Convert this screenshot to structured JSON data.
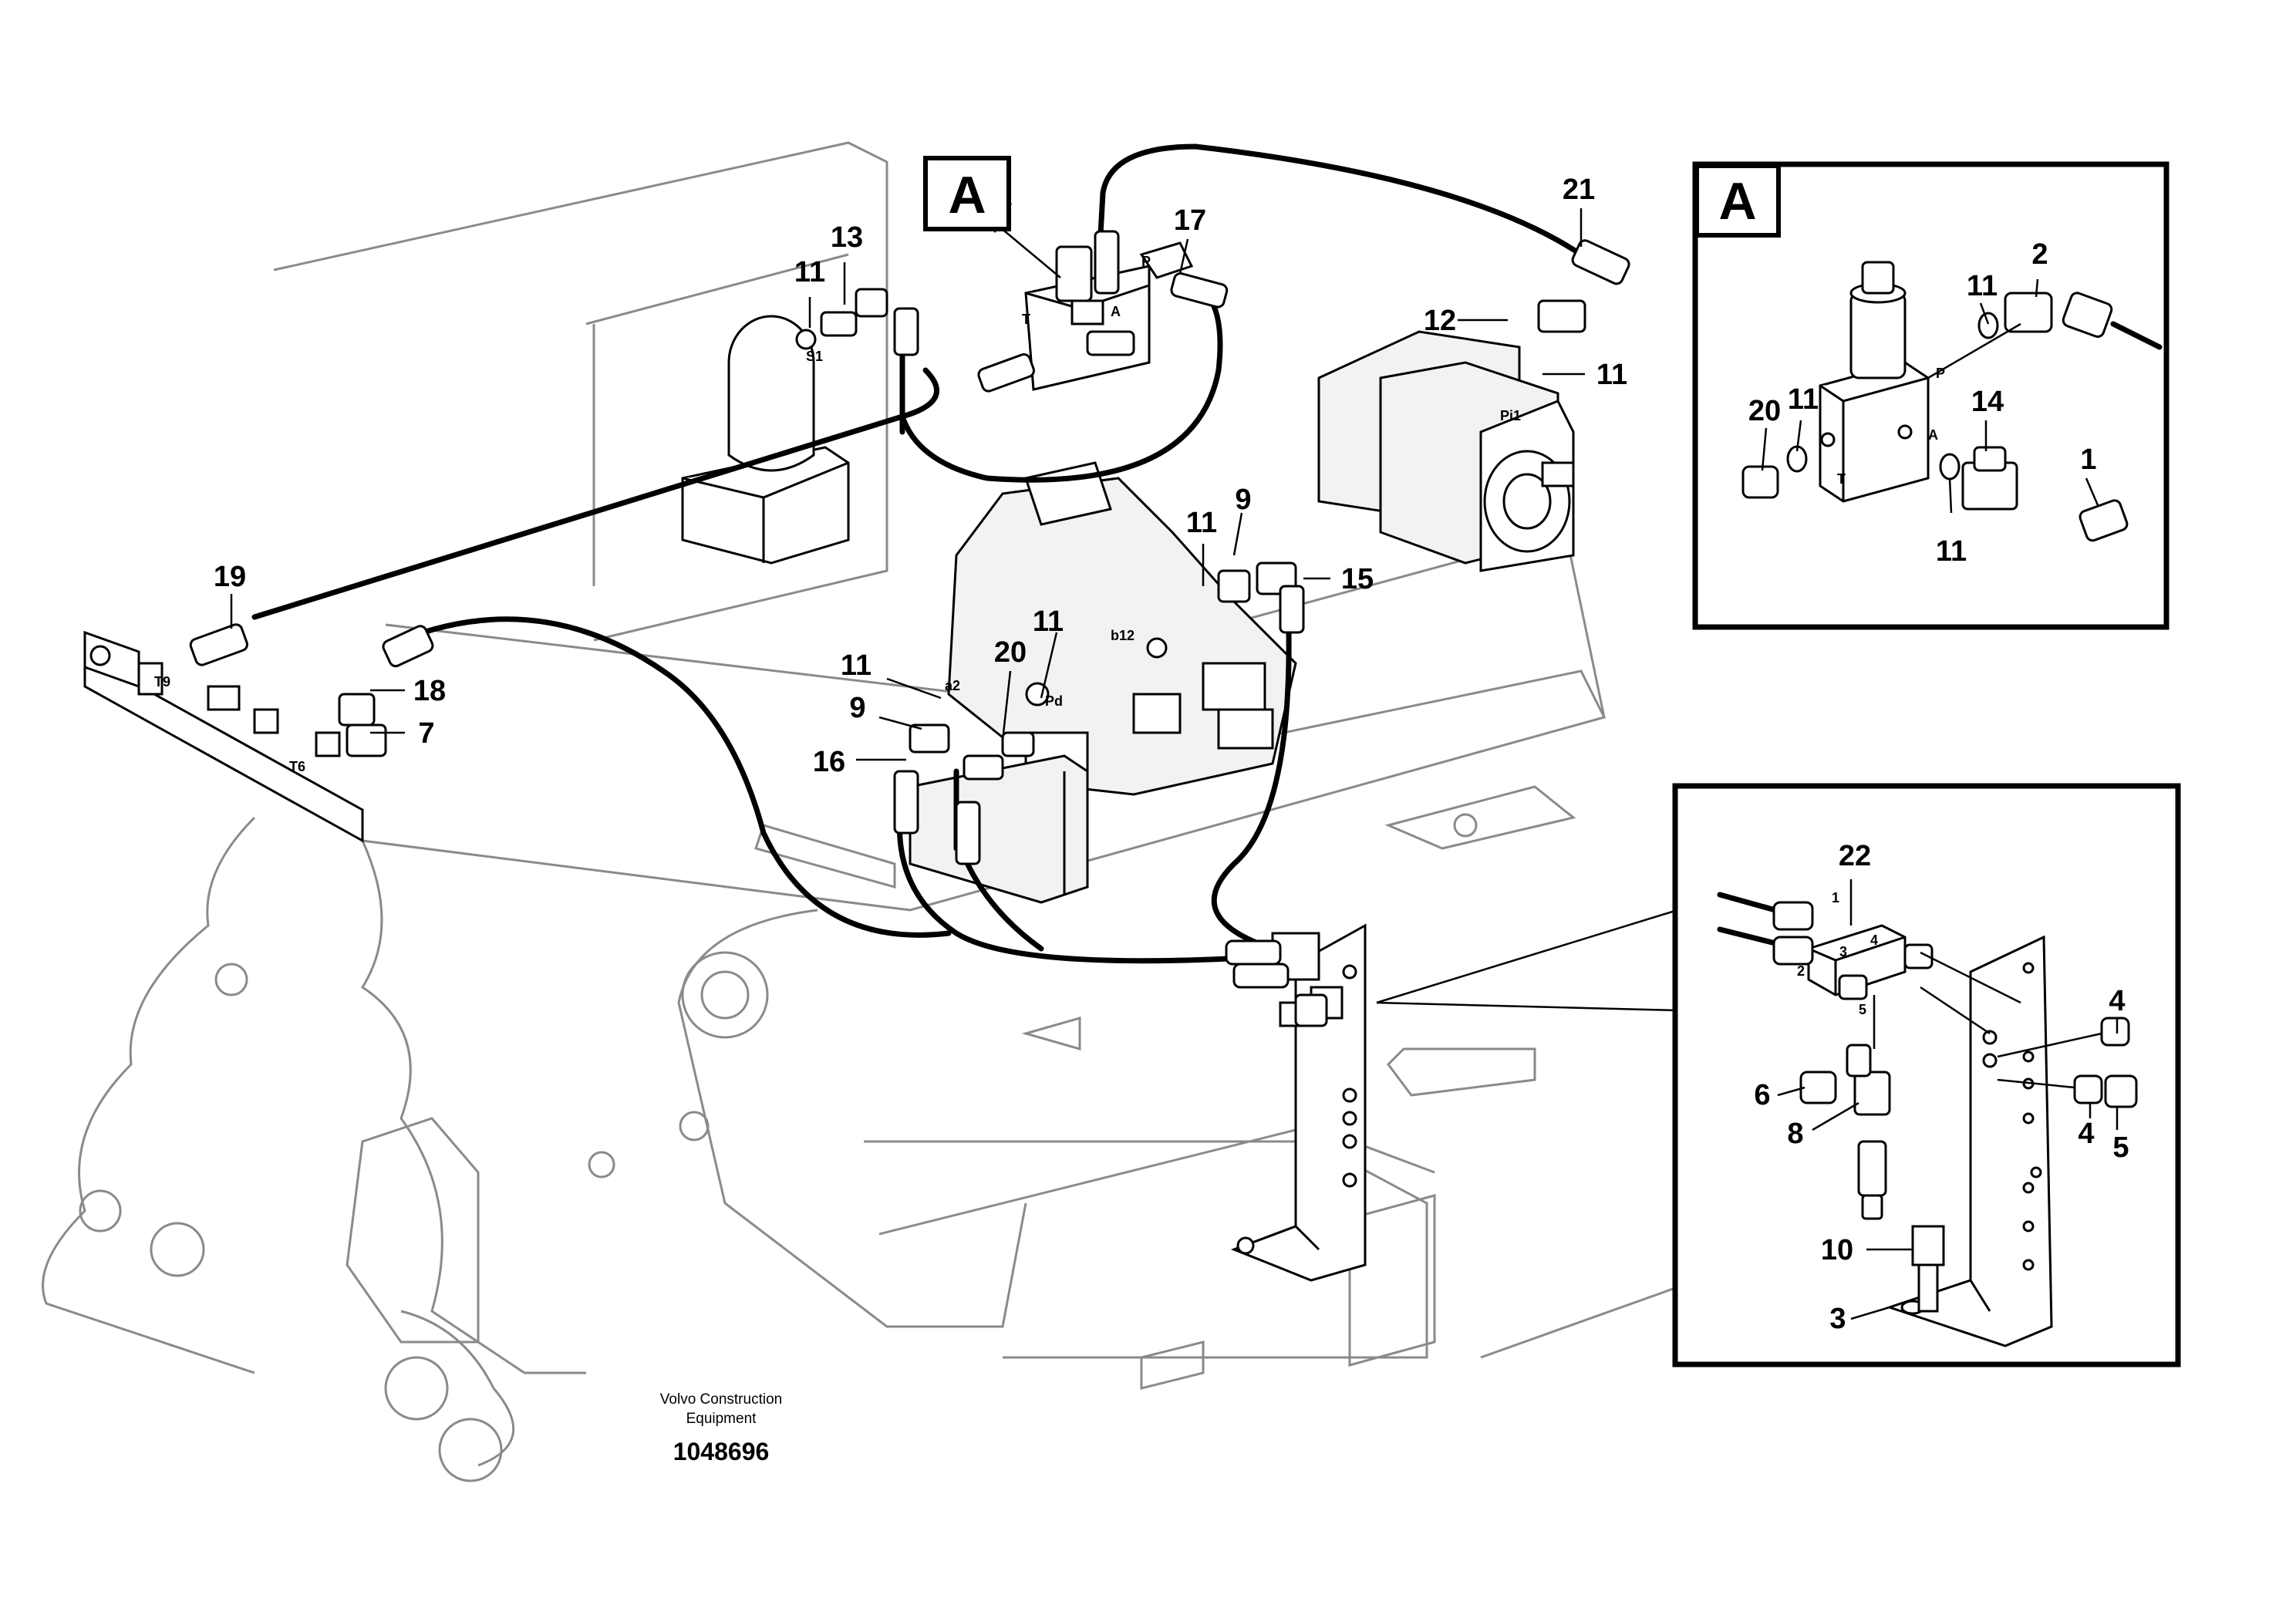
{
  "labels": {
    "detail_tag_main": "A",
    "detail_tag_inset": "A",
    "n1": "1",
    "n2": "2",
    "n3": "3",
    "n4": "4",
    "n4b": "4",
    "n5": "5",
    "n6": "6",
    "n7": "7",
    "n8": "8",
    "n9": "9",
    "n9b": "9",
    "n10": "10",
    "n11a": "11",
    "n11b": "11",
    "n11c": "11",
    "n11d": "11",
    "n11e": "11",
    "n11f": "11",
    "n11g": "11",
    "n11h": "11",
    "n12": "12",
    "n13": "13",
    "n14": "14",
    "n15": "15",
    "n16": "16",
    "n17": "17",
    "n18": "18",
    "n19": "19",
    "n20": "20",
    "n20b": "20",
    "n21": "21",
    "n22": "22"
  },
  "ports": {
    "t_main": "T",
    "p_main": "P",
    "a_main": "A",
    "s1": "S1",
    "pi1": "Pi1",
    "t9": "T9",
    "t6": "T6",
    "a2": "a2",
    "b12": "b12",
    "pd": "Pd",
    "p_inset": "P",
    "t_inset": "T",
    "a_inset": "A",
    "blk1": "1",
    "blk2": "2",
    "blk3": "3",
    "blk4": "4",
    "blk5": "5"
  },
  "footer": {
    "company_line1": "Volvo Construction",
    "company_line2": "Equipment",
    "drawing_number": "1048696"
  }
}
